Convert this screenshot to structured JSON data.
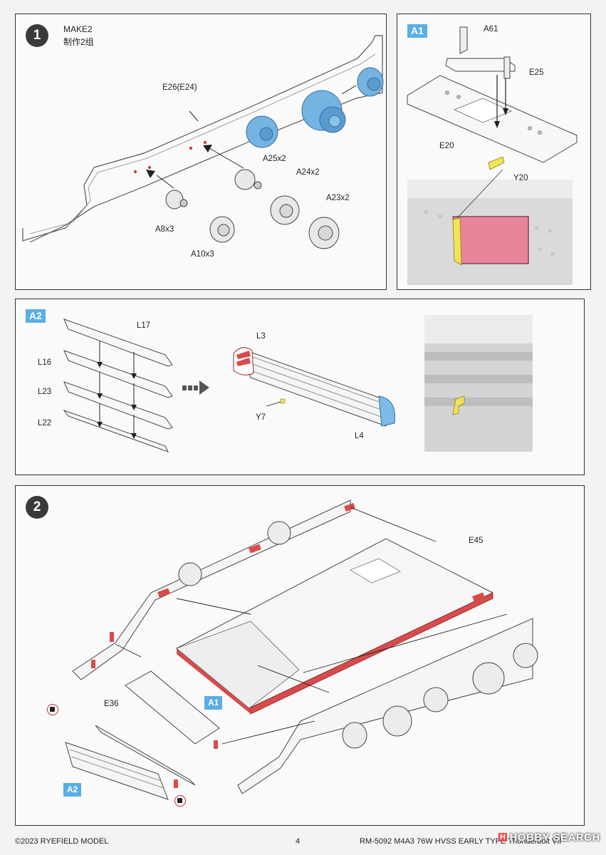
{
  "step1": {
    "number": "1",
    "make_en": "MAKE2",
    "make_cn": "制作2组",
    "parts": {
      "e26": "E26(E24)",
      "a25": "A25x2",
      "a24": "A24x2",
      "a23": "A23x2",
      "a8": "A8x3",
      "a10": "A10x3"
    }
  },
  "a1": {
    "badge": "A1",
    "parts": {
      "a61": "A61",
      "e25": "E25",
      "e20": "E20",
      "y20": "Y20"
    }
  },
  "a2": {
    "badge": "A2",
    "parts": {
      "l17": "L17",
      "l16": "L16",
      "l23": "L23",
      "l22": "L22",
      "l3": "L3",
      "y7": "Y7",
      "l4": "L4"
    }
  },
  "step2": {
    "number": "2",
    "parts": {
      "e45": "E45",
      "e36": "E36"
    },
    "badge_a1": "A1",
    "badge_a2": "A2"
  },
  "footer": {
    "copyright": "©2023 RYEFIELD MODEL",
    "page": "4",
    "product": "RM-5092 M4A3 76W HVSS EARLY TYPE Thunderbolt VII"
  },
  "watermark": {
    "badge": "H",
    "text": "HOBBY SEARCH"
  },
  "colors": {
    "blue_part": "#6fb2e4",
    "red_part": "#d94b4b",
    "yellow_part": "#f2e357",
    "pink_part": "#e87a93"
  }
}
